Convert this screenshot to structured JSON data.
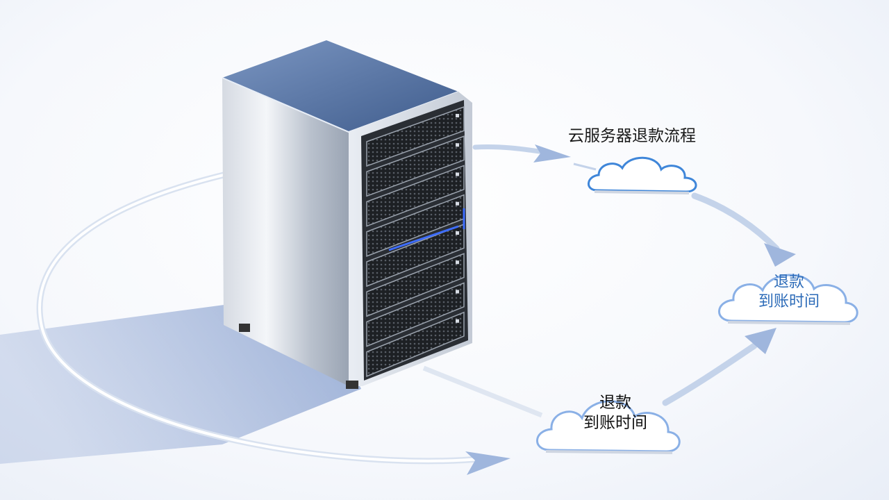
{
  "title": "云服务器退款流程",
  "clouds": [
    {
      "line1": "",
      "line2": ""
    },
    {
      "line1": "退款",
      "line2": "到账时间",
      "color": "#2c6bb8"
    },
    {
      "line1": "退款",
      "line2": "到账时间",
      "color": "#111111"
    }
  ],
  "colors": {
    "server_body": "#c9cfd8",
    "server_top": "#5b79a6",
    "cloud_outline": "#3f86d9",
    "arrow": "#9fb6dd",
    "led": "#3d6dff"
  },
  "icons": [
    "server-tower-icon",
    "cloud-icon",
    "arrow-icon"
  ]
}
